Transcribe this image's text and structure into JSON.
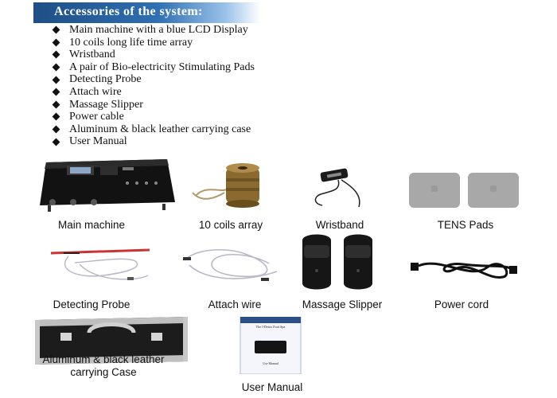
{
  "header": {
    "title": "Accessories of the system:"
  },
  "accessories": [
    "Main machine with a blue LCD Display",
    "10 coils long life time array",
    "Wristband",
    "A pair of Bio-electricity Stimulating Pads",
    "Detecting Probe",
    "Attach wire",
    "Massage Slipper",
    "Power cable",
    "Aluminum & black leather carrying case",
    "User Manual"
  ],
  "items": {
    "main_machine": "Main machine",
    "coils_array": "10 coils array",
    "wristband": "Wristband",
    "tens_pads": "TENS Pads",
    "detecting_probe": "Detecting Probe",
    "attach_wire": "Attach wire",
    "massage_slipper": "Massage Slipper",
    "power_cord": "Power cord",
    "carrying_case": "Aluminum & black leather carrying Case",
    "user_manual": "User Manual"
  },
  "manual_cover": {
    "title": "The I-Detox Foot Spa",
    "subtitle": "Use Manual"
  },
  "colors": {
    "header_start": "#1d4f86",
    "header_mid": "#2f6fb3",
    "bullet": "#111111",
    "text": "#111111"
  }
}
